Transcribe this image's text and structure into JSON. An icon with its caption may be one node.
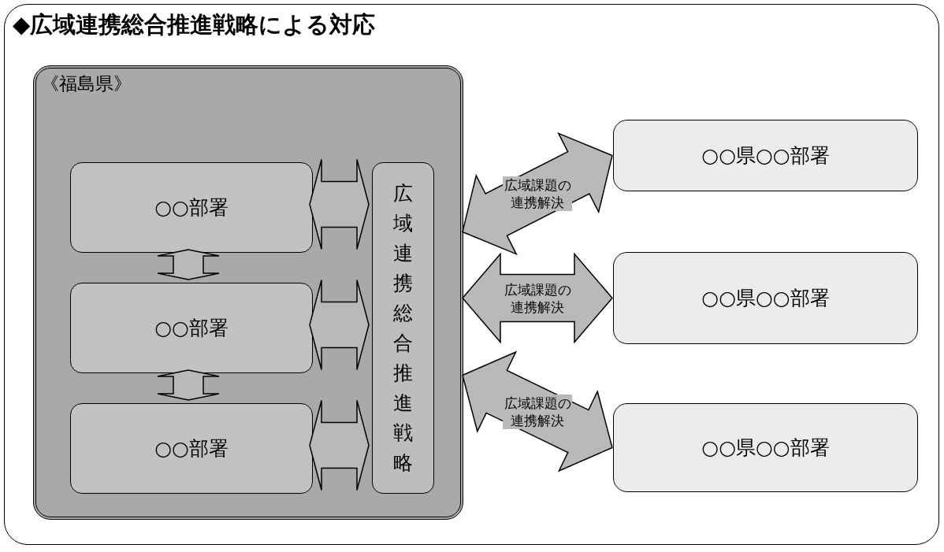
{
  "diagram": {
    "title": "◆広域連携総合推進戦略による対応",
    "nodes": [
      {
        "text": [
          "《福島県》"
        ]
      },
      {
        "text": [
          "○○部署"
        ],
        "in": 0
      },
      {
        "text": [
          "○○部署"
        ],
        "in": 0
      },
      {
        "text": [
          "○○部署"
        ],
        "in": 0
      },
      {
        "text": [
          "広域連携総合推進戦略"
        ],
        "in": 0
      },
      {
        "text": [
          "○○県○○部署"
        ]
      },
      {
        "text": [
          "○○県○○部署"
        ]
      },
      {
        "text": [
          "○○県○○部署"
        ]
      }
    ],
    "edges": [
      {
        "from": 1,
        "to": 2,
        "arrow": "both"
      },
      {
        "from": 2,
        "to": 3,
        "arrow": "both"
      },
      {
        "from": 1,
        "to": 4,
        "arrow": "both"
      },
      {
        "from": 2,
        "to": 4,
        "arrow": "both"
      },
      {
        "from": 3,
        "to": 4,
        "arrow": "both"
      },
      {
        "from": 0,
        "to": 5,
        "arrow": "both",
        "label": "広域課題の連携解決"
      },
      {
        "from": 0,
        "to": 6,
        "arrow": "both",
        "label": "広域課題の連携解決"
      },
      {
        "from": 0,
        "to": 7,
        "arrow": "both",
        "label": "広域課題の連携解決"
      }
    ]
  }
}
